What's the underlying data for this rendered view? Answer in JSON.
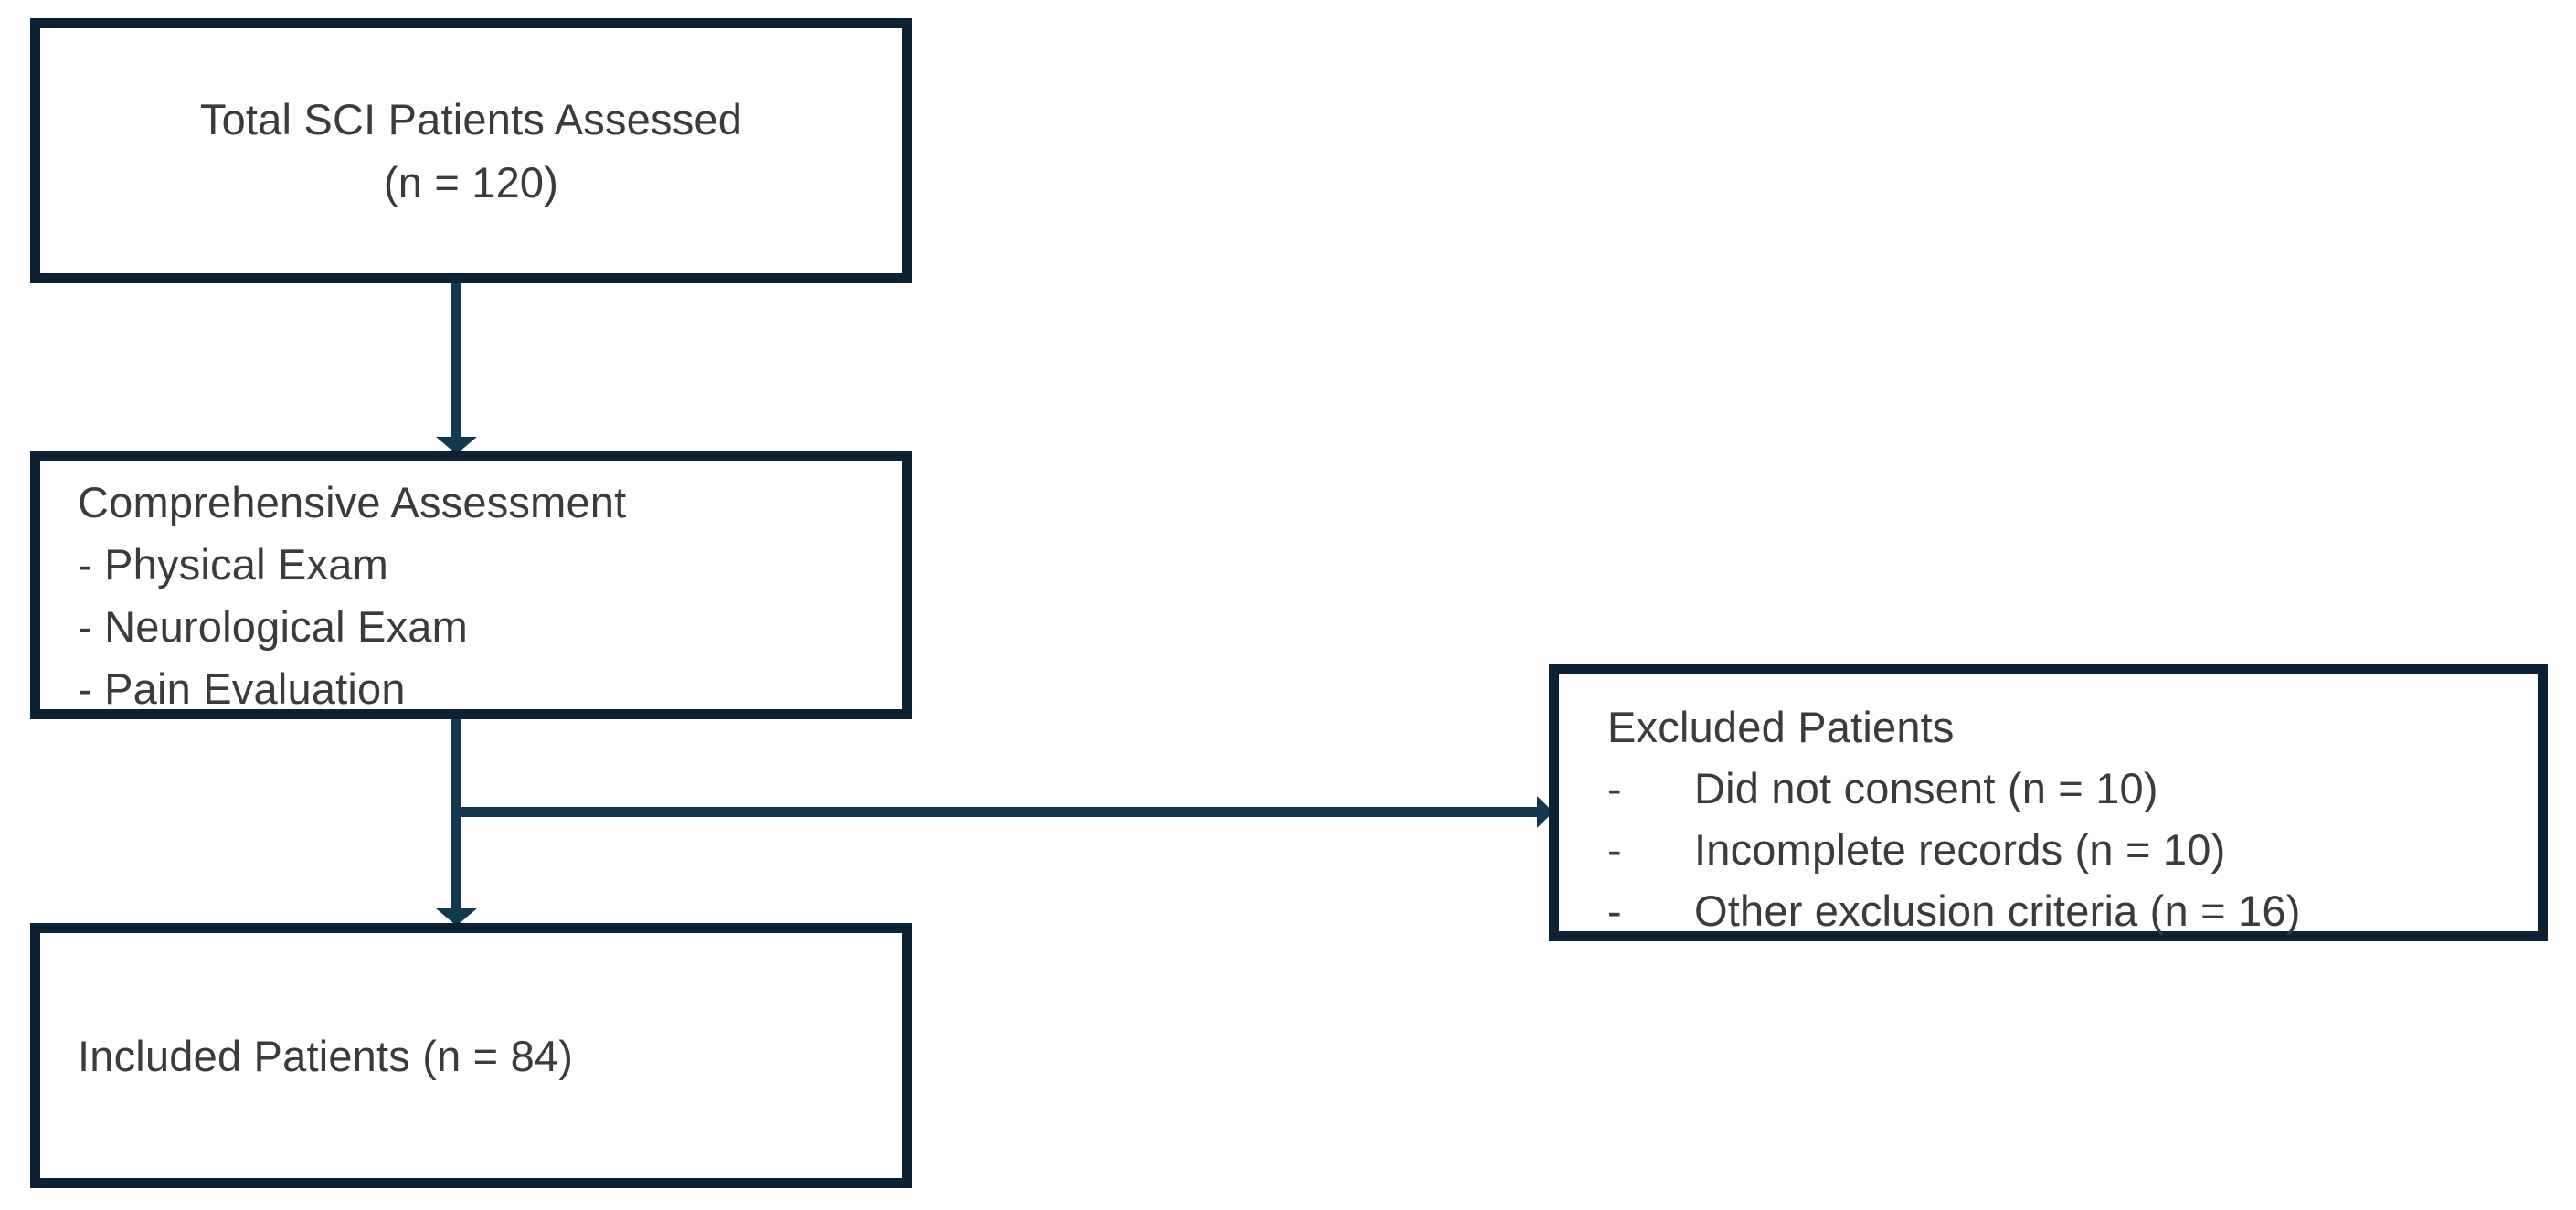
{
  "diagram": {
    "title": "SCI Patient Selection Flowchart",
    "type": "flowchart",
    "colors": {
      "box_border": "#0c2234",
      "connector": "#12394f",
      "text": "#3b3b3b",
      "background": "#ffffff"
    }
  },
  "nodes": {
    "assessed": {
      "line_1": "Total SCI Patients Assessed",
      "line_2": "(n = 120)"
    },
    "assessment": {
      "heading": "Comprehensive Assessment",
      "item_1": "- Physical Exam",
      "item_2": "- Neurological Exam",
      "item_3": "- Pain Evaluation"
    },
    "included": {
      "label": "Included Patients (n = 84)"
    },
    "excluded": {
      "heading": "Excluded Patients",
      "bullets": [
        {
          "dash": "-",
          "label": "Did not consent (n = 10)"
        },
        {
          "dash": "-",
          "label": "Incomplete records (n = 10)"
        },
        {
          "dash": "-",
          "label": "Other exclusion criteria (n = 16)"
        }
      ]
    }
  },
  "connectors": [
    {
      "name": "assessed-to-assessment",
      "from": "assessed",
      "to": "assessment",
      "direction": "down"
    },
    {
      "name": "assessment-to-included",
      "from": "assessment",
      "to": "included",
      "direction": "down"
    },
    {
      "name": "assessment-to-excluded",
      "from": "assessment",
      "to": "excluded",
      "direction": "right"
    }
  ]
}
